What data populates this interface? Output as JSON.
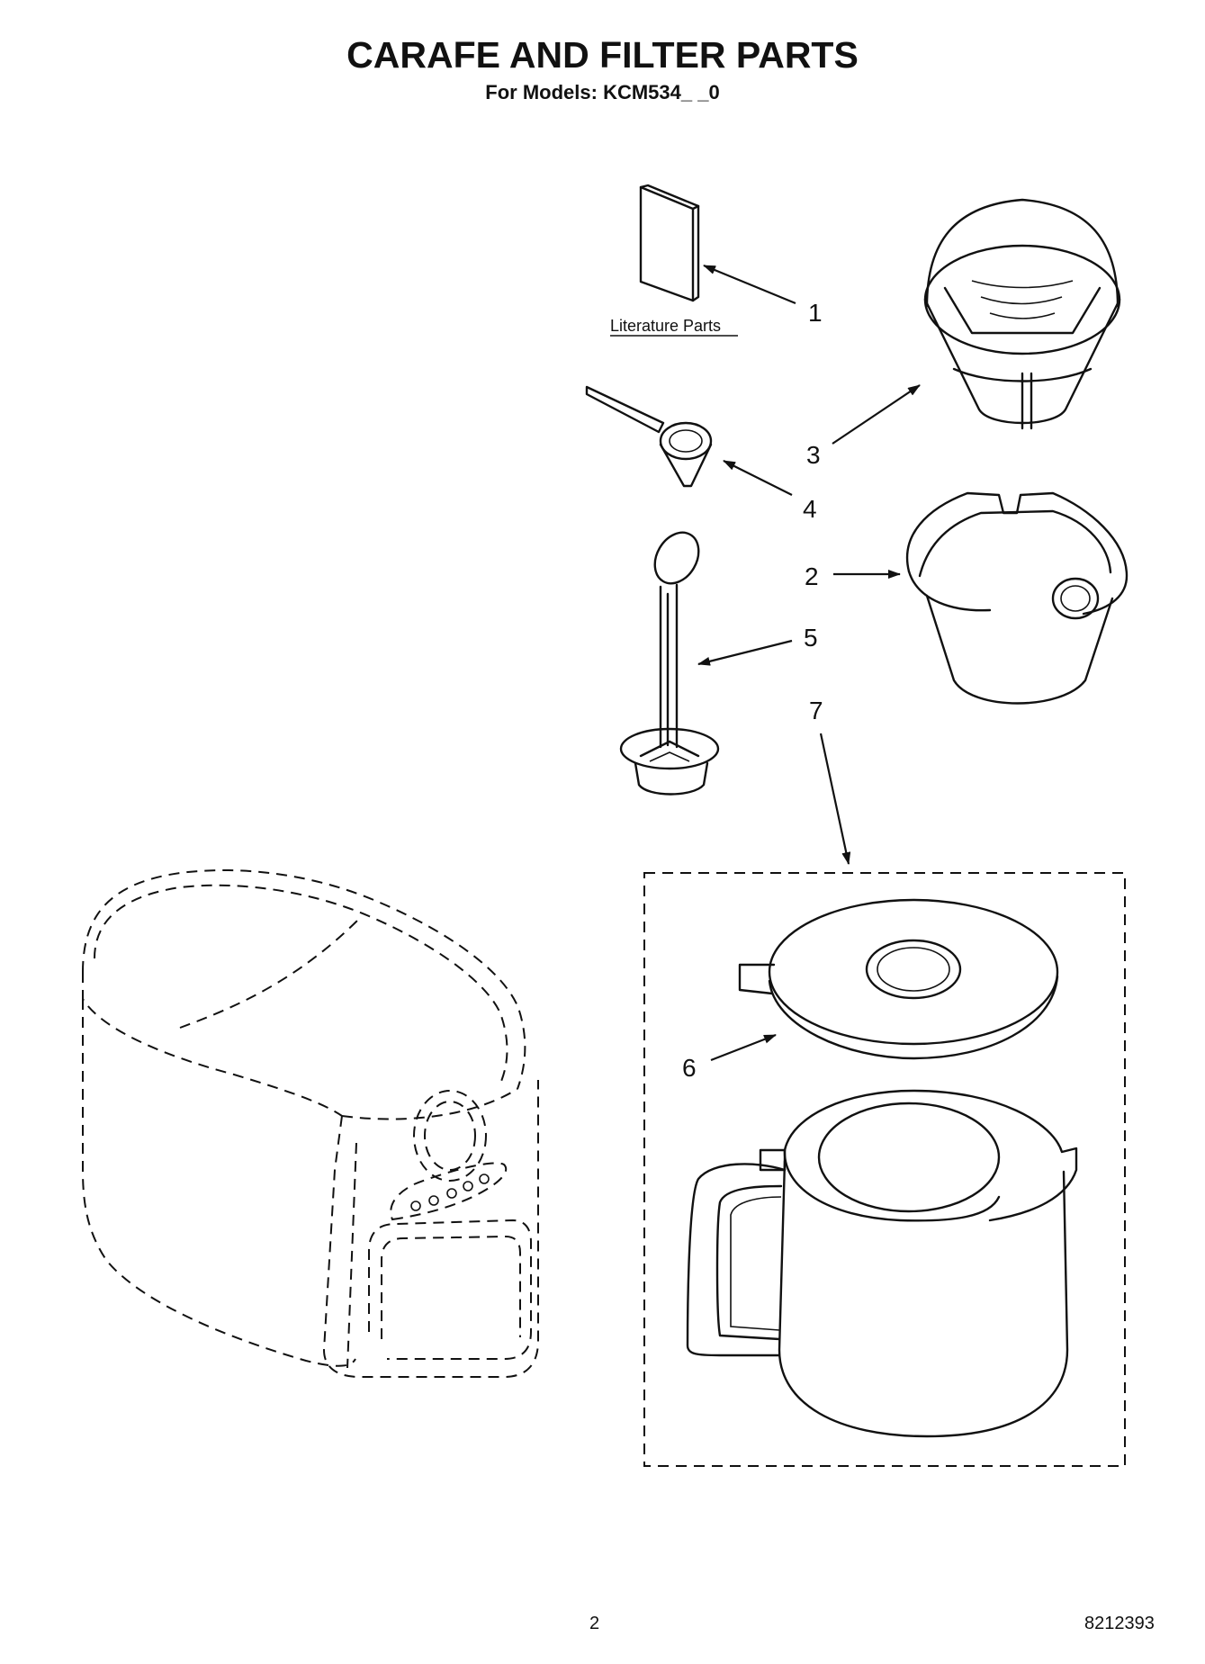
{
  "header": {
    "title": "CARAFE AND FILTER PARTS",
    "subtitle": "For Models: KCM534_ _0"
  },
  "footer": {
    "page_number": "2",
    "document_number": "8212393"
  },
  "diagram": {
    "literature_label": "Literature Parts",
    "callouts": [
      {
        "id": "1",
        "label": "1",
        "part": "literature"
      },
      {
        "id": "2",
        "label": "2",
        "part": "filter-basket"
      },
      {
        "id": "3",
        "label": "3",
        "part": "gold-tone-filter"
      },
      {
        "id": "4",
        "label": "4",
        "part": "measuring-scoop"
      },
      {
        "id": "5",
        "label": "5",
        "part": "brew-pause-stem"
      },
      {
        "id": "6",
        "label": "6",
        "part": "carafe-lid"
      },
      {
        "id": "7",
        "label": "7",
        "part": "carafe-assembly"
      }
    ]
  }
}
